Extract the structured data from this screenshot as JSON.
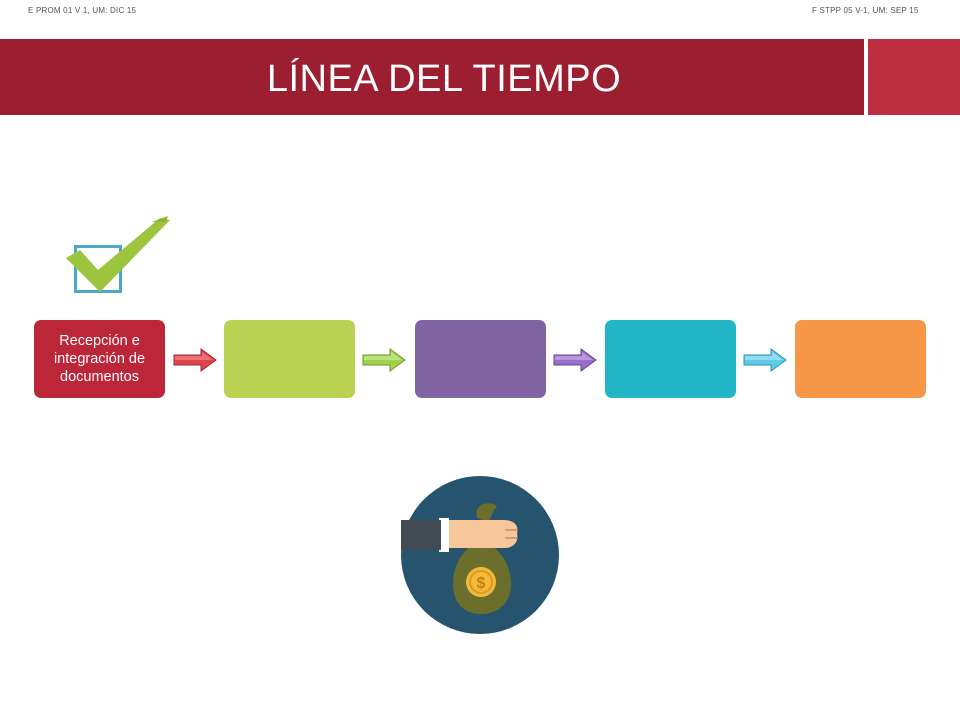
{
  "header": {
    "code_left": "E PROM 01 V 1, UM: DIC 15",
    "code_right": "F STPP 05 V-1, UM: SEP 15",
    "title": "LÍNEA DEL TIEMPO"
  },
  "timeline": {
    "steps": [
      {
        "label": "Recepción e integración de documentos",
        "color": "#bb2638"
      },
      {
        "label": "",
        "color": "#bad151"
      },
      {
        "label": "",
        "color": "#8064a2"
      },
      {
        "label": "",
        "color": "#21b5c5"
      },
      {
        "label": "",
        "color": "#f79748"
      }
    ],
    "arrow_colors": [
      "#e0424a",
      "#9fd44a",
      "#9b6cc9",
      "#5fc9e8"
    ]
  },
  "icons": {
    "checkbox": "checkbox-icon",
    "checkmark": "checkmark-icon",
    "payment": "hand-money-bag-icon"
  },
  "colors": {
    "header_band": "#9b1f30",
    "header_accent": "#bd2e40",
    "checkmark": "#9cc43c",
    "checkbox_border": "#4ba9c7",
    "icon_circle": "#26546e",
    "money_bag": "#6b6f2b",
    "coin": "#f2b93b"
  }
}
